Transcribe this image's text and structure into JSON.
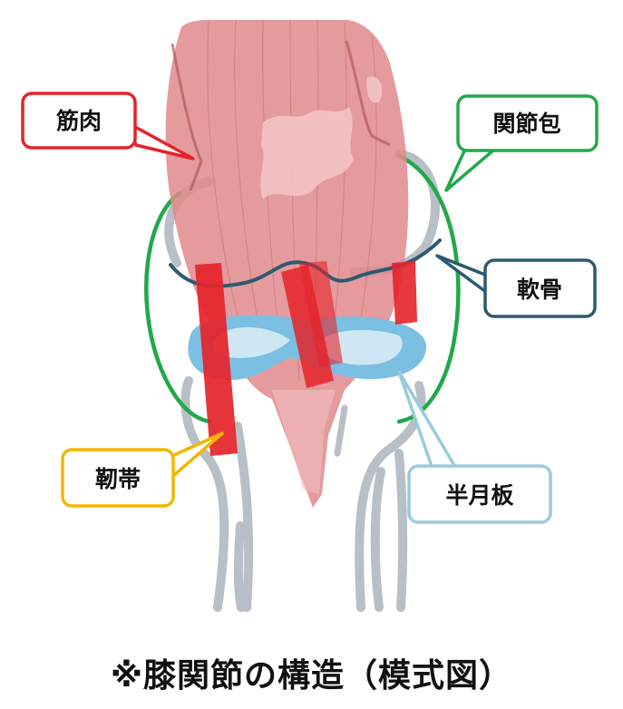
{
  "labels": {
    "muscle": "筋肉",
    "capsule": "関節包",
    "cartilage": "軟骨",
    "ligament": "靭帯",
    "meniscus": "半月板"
  },
  "caption": "※膝関節の構造（模式図）",
  "colors": {
    "muscle": "#e08a8c",
    "capsule": "#22a84a",
    "cartilage": "#2c5a72",
    "ligament": "#e5232a",
    "meniscus": "#7bbfe3",
    "bone": "#b8bfc6",
    "muscle_label_border": "#e5232a",
    "ligament_label_border": "#f3b600",
    "meniscus_label_border": "#99cbdc"
  }
}
